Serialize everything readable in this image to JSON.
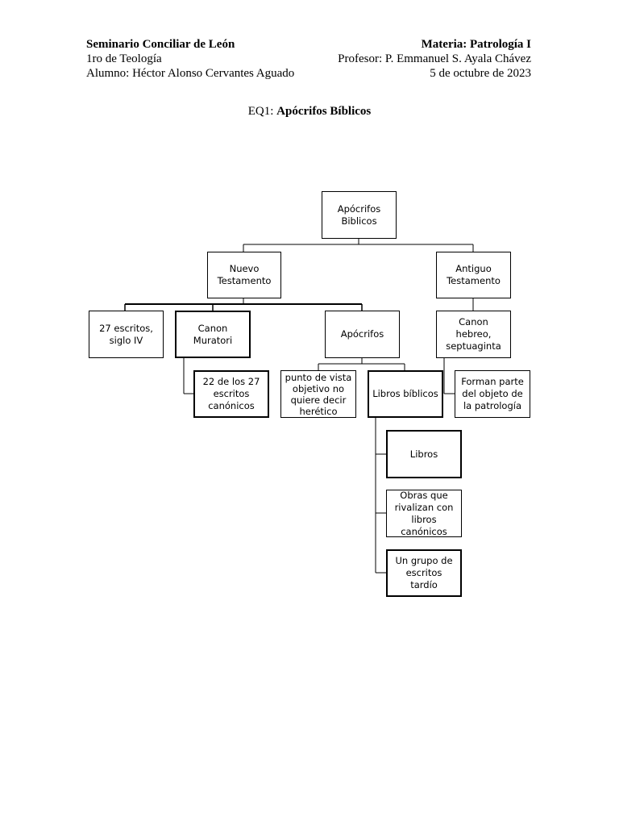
{
  "header": {
    "left": {
      "school": "Seminario Conciliar de León",
      "year": "1ro de Teología",
      "student": "Alumno: Héctor Alonso Cervantes Aguado"
    },
    "right": {
      "subject": "Materia: Patrología I",
      "professor": "Profesor: P. Emmanuel S. Ayala Chávez",
      "date": "5 de octubre de 2023"
    }
  },
  "title": {
    "prefix": "EQ1: ",
    "main": "Apócrifos Bíblicos"
  },
  "diagram": {
    "root": "Apócrifos Biblicos",
    "nuevo_testamento": "Nuevo Testamento",
    "antiguo_testamento": "Antiguo Testamento",
    "escritos_27": "27 escritos, siglo IV",
    "canon_muratori": "Canon Muratori",
    "apocrifos": "Apócrifos",
    "canon_hebreo": "Canon hebreo, septuaginta",
    "canonicos_22": "22 de los 27 escritos canónicos",
    "punto_de_vista": "punto de vista objetivo no quiere decir herético",
    "libros_biblicos": "Libros bíblicos",
    "forman_parte": "Forman parte del objeto de la patrología",
    "libros": "Libros",
    "obras": "Obras que rivalizan con libros canónicos",
    "grupo": "Un grupo de escritos tardío"
  }
}
